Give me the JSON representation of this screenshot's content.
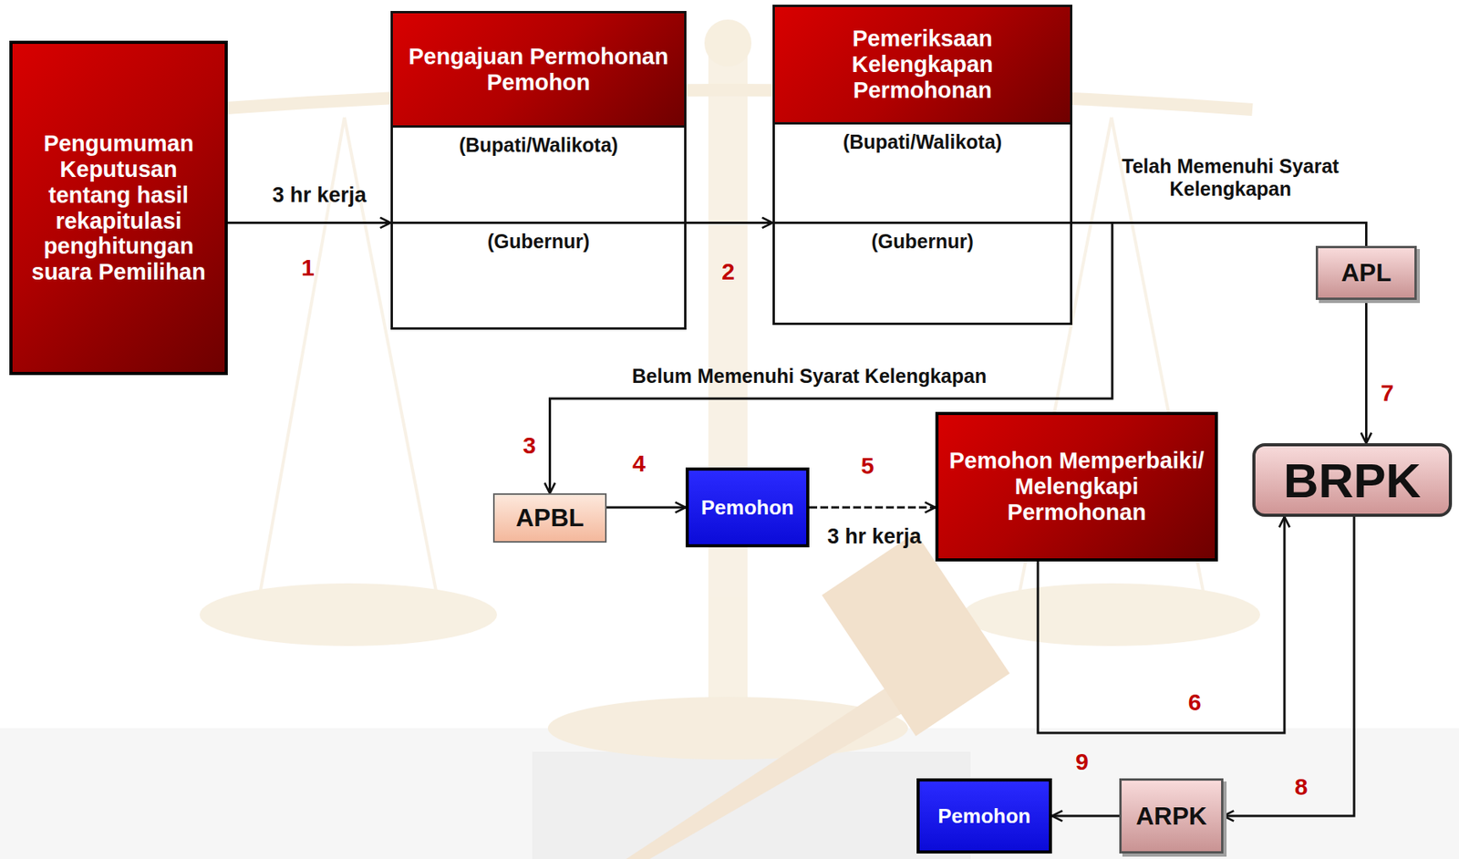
{
  "diagram": {
    "nodes": [
      {
        "text": [
          "Pengumuman Keputusan tentang hasil rekapitulasi penghitungan suara Pemilihan"
        ]
      },
      {
        "text": [
          "Pengajuan Permohonan Pemohon"
        ]
      },
      {
        "text": [
          "(Bupati/Walikota)"
        ],
        "in": 1
      },
      {
        "text": [
          "(Gubernur)"
        ],
        "in": 1
      },
      {
        "text": [
          "Pemeriksaan Kelengkapan Permohonan"
        ]
      },
      {
        "text": [
          "(Bupati/Walikota)"
        ],
        "in": 4
      },
      {
        "text": [
          "(Gubernur)"
        ],
        "in": 4
      },
      {
        "text": [
          "APL"
        ]
      },
      {
        "text": [
          "APBL"
        ]
      },
      {
        "text": [
          "Pemohon"
        ]
      },
      {
        "text": [
          "Pemohon Memperbaiki/ Melengkapi Permohonan"
        ]
      },
      {
        "text": [
          "BRPK"
        ]
      },
      {
        "text": [
          "Pemohon"
        ]
      },
      {
        "text": [
          "ARPK"
        ]
      }
    ],
    "edges": [
      {
        "from": 0,
        "to": 1,
        "label": "3 hr kerja",
        "arrow": "to"
      },
      {
        "from": 1,
        "to": 4,
        "arrow": "to"
      },
      {
        "from": 4,
        "to": 7,
        "label": "Telah Memenuhi Syarat Kelengkapan",
        "arrow": "none"
      },
      {
        "from": 4,
        "to": 8,
        "label": "Belum Memenuhi Syarat Kelengkapan",
        "arrow": "to"
      },
      {
        "from": 7,
        "to": 11,
        "arrow": "to"
      },
      {
        "from": 8,
        "to": 9,
        "arrow": "to"
      },
      {
        "from": 9,
        "to": 10,
        "label": "3 hr kerja",
        "arrow": "to"
      },
      {
        "from": 10,
        "to": 11,
        "arrow": "to"
      },
      {
        "from": 11,
        "to": 13,
        "arrow": "to"
      },
      {
        "from": 13,
        "to": 12,
        "arrow": "to"
      }
    ],
    "labels": [
      "1",
      "2",
      "3",
      "4",
      "5",
      "6",
      "7",
      "8",
      "9"
    ]
  }
}
